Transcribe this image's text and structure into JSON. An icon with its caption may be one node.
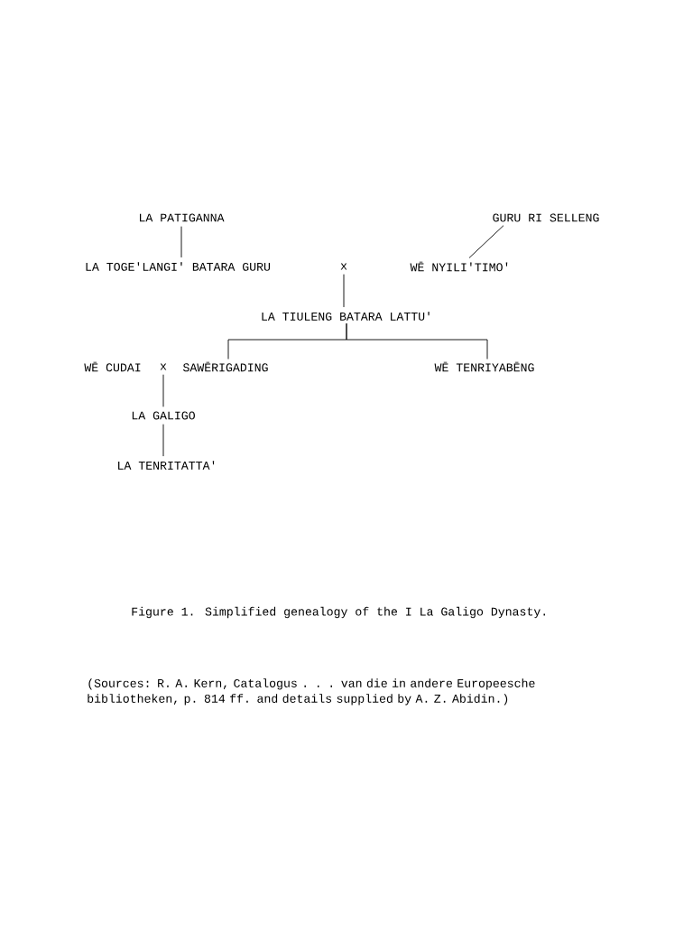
{
  "diagram": {
    "caption": "Figure 1. Simplified genealogy of the I La Galigo Dynasty.",
    "nodes": [
      {
        "text": [
          "LA PATIGANNA"
        ]
      },
      {
        "text": [
          "GURU RI SELLENG"
        ]
      },
      {
        "text": [
          "LA TOGE'LANGI' BATARA GURU"
        ]
      },
      {
        "text": [
          "x"
        ]
      },
      {
        "text": [
          "WĒ NYILI'TIMO'"
        ]
      },
      {
        "text": [
          "LA TIULENG BATARA LATTU'"
        ]
      },
      {
        "text": [
          "WĒ CUDAI"
        ]
      },
      {
        "text": [
          "x"
        ]
      },
      {
        "text": [
          "SAWĒRIGADING"
        ]
      },
      {
        "text": [
          "WĒ TENRIYABĒNG"
        ]
      },
      {
        "text": [
          "LA GALIGO"
        ]
      },
      {
        "text": [
          "LA TENRITATTA'"
        ]
      }
    ],
    "edges": [
      {
        "from": 0,
        "to": 2,
        "arrow": "none"
      },
      {
        "from": 1,
        "to": 4,
        "arrow": "none"
      },
      {
        "from": 3,
        "to": 5,
        "arrow": "none"
      },
      {
        "from": 5,
        "to": 8,
        "arrow": "none"
      },
      {
        "from": 5,
        "to": 9,
        "arrow": "none"
      },
      {
        "from": 7,
        "to": 10,
        "arrow": "none"
      },
      {
        "from": 10,
        "to": 11,
        "arrow": "none"
      }
    ],
    "labels": [
      "(Sources: R. A. Kern, Catalogus . . . van die in andere Europeesche bibliotheken, p. 814 ff. and details supplied by A. Z. Abidin.)"
    ]
  }
}
